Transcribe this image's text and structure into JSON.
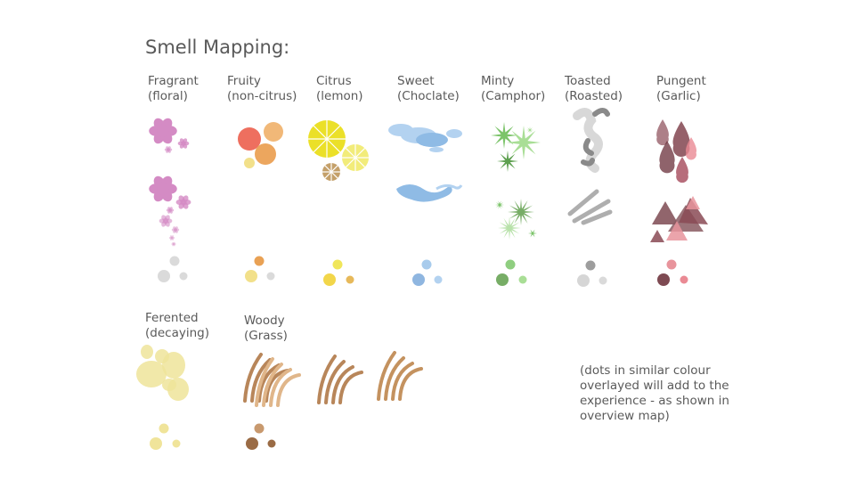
{
  "title": "Smell Mapping:",
  "categories": [
    {
      "name": "Fragrant",
      "sub": "(floral)",
      "color": "#d48bc4",
      "dots": [
        "#dadada",
        "#dadada",
        "#dadada"
      ]
    },
    {
      "name": "Fruity",
      "sub": "(non-citrus)",
      "color": "#ee6f5f",
      "dots": [
        "#e9a154",
        "#f2e08a",
        "#dadada"
      ]
    },
    {
      "name": "Citrus",
      "sub": "(lemon)",
      "color": "#ebe028",
      "dots": [
        "#f0e65a",
        "#f2d64a",
        "#e7b95a"
      ]
    },
    {
      "name": "Sweet",
      "sub": "(Choclate)",
      "color": "#8fbbe5",
      "dots": [
        "#a8cbec",
        "#8fb6e0",
        "#b3d2f0"
      ]
    },
    {
      "name": "Minty",
      "sub": "(Camphor)",
      "color": "#7cc46a",
      "dots": [
        "#8fce80",
        "#77ad66",
        "#a9de96"
      ]
    },
    {
      "name": "Toasted",
      "sub": "(Roasted)",
      "color": "#9a9a9a",
      "dots": [
        "#9d9d9d",
        "#d6d6d6",
        "#dadada"
      ]
    },
    {
      "name": "Pungent",
      "sub": "(Garlic)",
      "color": "#8a4a55",
      "dots": [
        "#e8949c",
        "#7e4a52",
        "#ea8a94"
      ]
    },
    {
      "name": "Ferented",
      "sub": "(decaying)",
      "color": "#efe49a",
      "dots": [
        "#f0e49a",
        "#f0e49a",
        "#f0e49a"
      ]
    },
    {
      "name": "Woody",
      "sub": "(Grass)",
      "color": "#b8865a",
      "dots": [
        "#c8996e",
        "#9a6b45",
        "#9a6b45"
      ]
    }
  ],
  "note": "(dots in similar colour overlayed will add to the experience - as shown in overview map)"
}
